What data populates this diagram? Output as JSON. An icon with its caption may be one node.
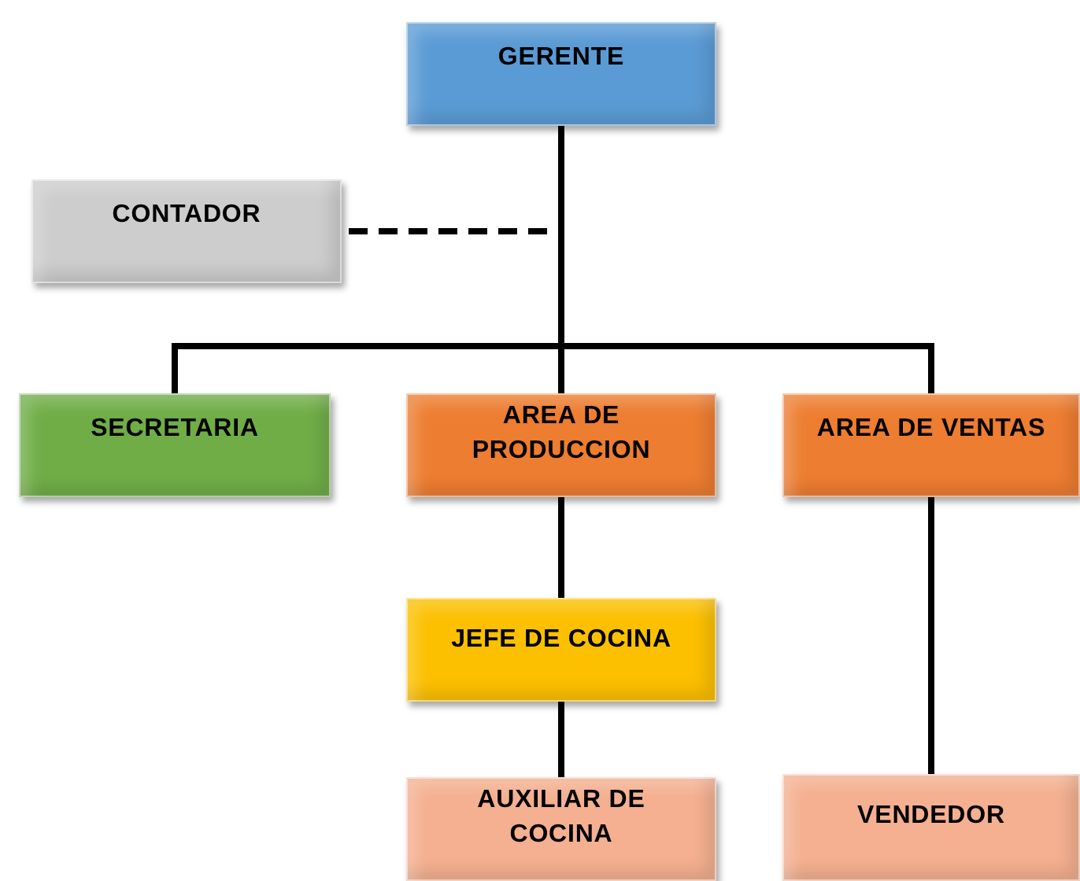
{
  "diagram": {
    "nodes": [
      {
        "text": [
          "GERENTE"
        ]
      },
      {
        "text": [
          "CONTADOR"
        ]
      },
      {
        "text": [
          "SECRETARIA"
        ]
      },
      {
        "text": [
          "AREA DE PRODUCCION"
        ]
      },
      {
        "text": [
          "AREA DE VENTAS"
        ]
      },
      {
        "text": [
          "JEFE DE COCINA"
        ]
      },
      {
        "text": [
          "AUXILIAR DE COCINA"
        ]
      },
      {
        "text": [
          "VENDEDOR"
        ]
      }
    ],
    "edges": [
      {
        "from": 0,
        "to": 1,
        "arrow": "none",
        "style": "dashed"
      },
      {
        "from": 0,
        "to": 2,
        "arrow": "none"
      },
      {
        "from": 0,
        "to": 3,
        "arrow": "none"
      },
      {
        "from": 0,
        "to": 4,
        "arrow": "none"
      },
      {
        "from": 3,
        "to": 5,
        "arrow": "none"
      },
      {
        "from": 5,
        "to": 6,
        "arrow": "none"
      },
      {
        "from": 4,
        "to": 7,
        "arrow": "none"
      }
    ]
  }
}
